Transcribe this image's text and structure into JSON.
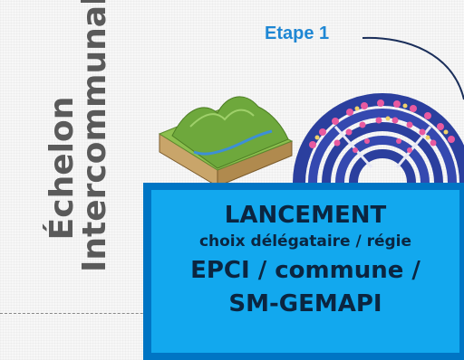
{
  "sidebar": {
    "title_line1": "Échelon",
    "title_line2": "Intercommunal"
  },
  "step": {
    "label": "Etape 1"
  },
  "box": {
    "line1": "LANCEMENT",
    "line2": "choix délégataire / régie",
    "line3": "EPCI / commune /",
    "line4": "SM-GEMAPI"
  },
  "colors": {
    "accent": "#1f87d4",
    "box_fill": "#12a8ee",
    "box_border": "#0075c4",
    "box_text": "#0b2540",
    "title_text": "#5a5a5a"
  },
  "icons": [
    "terrain-illustration",
    "assembly-hemicycle-illustration",
    "arrow-curve"
  ]
}
